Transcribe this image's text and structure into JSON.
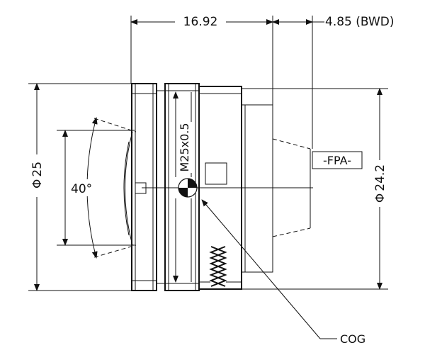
{
  "dimensions": {
    "length_top": "16.92",
    "bwd": "4.85  (BWD)",
    "outer_diameter": "25",
    "rear_diameter": "24.2",
    "field_angle": "40°",
    "thread": "M25x0.5"
  },
  "labels": {
    "fpa": "-FPA-",
    "cog": "COG"
  },
  "symbols": {
    "diameter": "Φ"
  },
  "colors": {
    "line": "#111111",
    "background": "#ffffff"
  }
}
